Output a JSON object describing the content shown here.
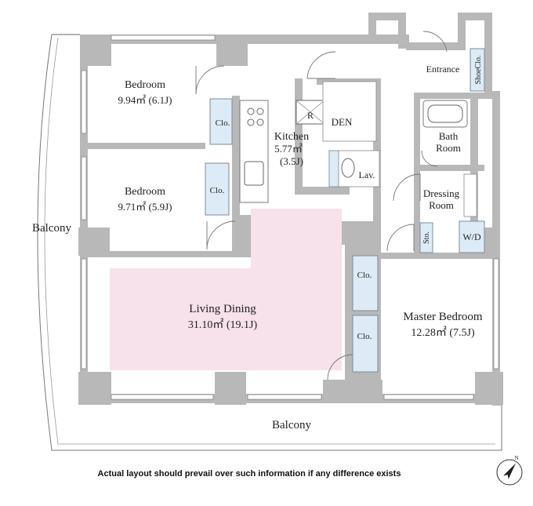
{
  "rooms": {
    "bedroom1": {
      "name": "Bedroom",
      "area": "9.94㎡ (6.1J)"
    },
    "bedroom2": {
      "name": "Bedroom",
      "area": "9.71㎡ (5.9J)"
    },
    "kitchen": {
      "name": "Kitchen",
      "area": "5.77㎡",
      "area_j": "(3.5J)"
    },
    "den": {
      "name": "DEN"
    },
    "refrigerator": {
      "name": "R"
    },
    "lavatory": {
      "name": "Lav."
    },
    "entrance": {
      "name": "Entrance"
    },
    "shoe_closet": {
      "name": "ShoeClo."
    },
    "bath": {
      "line1": "Bath",
      "line2": "Room"
    },
    "dressing": {
      "line1": "Dressing",
      "line2": "Room"
    },
    "storage": {
      "name": "Sto."
    },
    "washer": {
      "name": "W/D"
    },
    "living": {
      "name": "Living Dining",
      "area": "31.10㎡ (19.1J)"
    },
    "master": {
      "name": "Master Bedroom",
      "area": "12.28㎡ (7.5J)"
    }
  },
  "closets": {
    "c1": "Clo.",
    "c2": "Clo.",
    "c3": "Clo.",
    "c4": "Clo."
  },
  "balcony_west": "Balcony",
  "balcony_south": "Balcony",
  "disclaimer": "Actual layout should prevail over such information if any difference exists",
  "compass": {
    "label": "N",
    "rotation_deg": 35
  },
  "colors": {
    "living_highlight": "#f7e1ea",
    "closet": "#dcebf5",
    "wall": "#b8b8b8"
  }
}
